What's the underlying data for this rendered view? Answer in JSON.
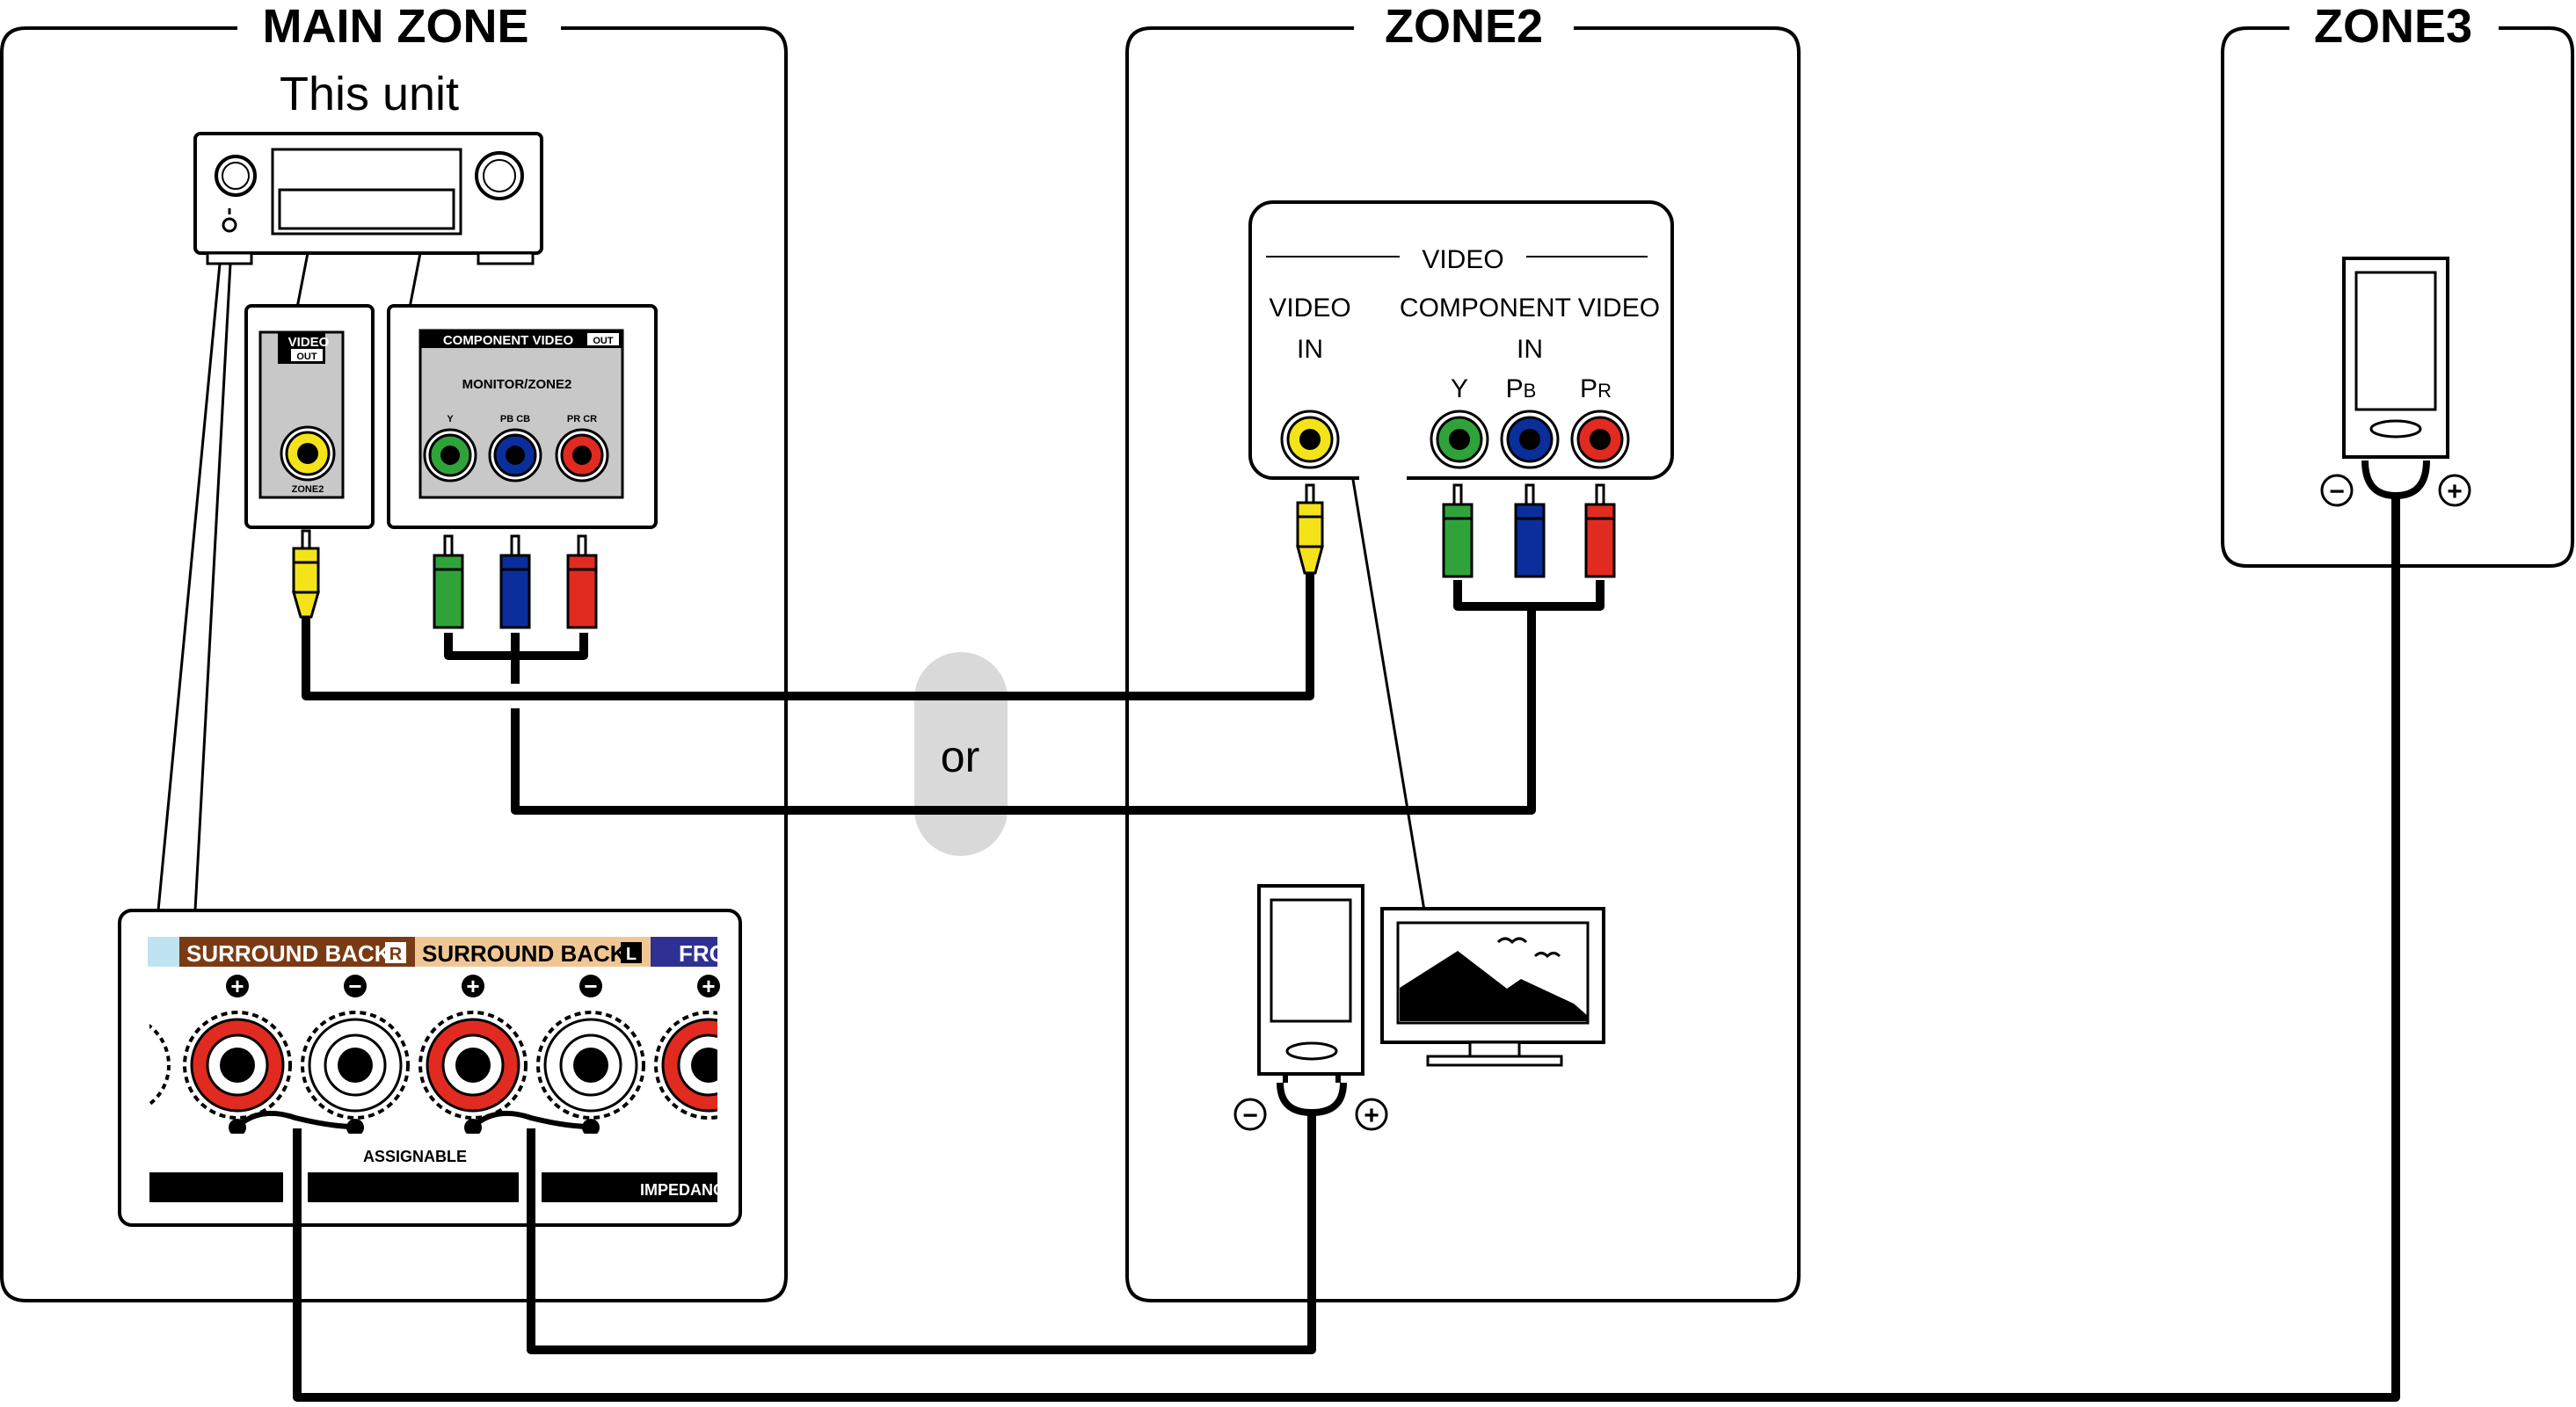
{
  "zones": {
    "main_zone": "MAIN ZONE",
    "zone2": "ZONE2",
    "zone3": "ZONE3"
  },
  "unit_label": "This unit",
  "or_label": "or",
  "unit_rear": {
    "video_out": {
      "title": "VIDEO",
      "badge": "OUT",
      "jack_label": "ZONE2"
    },
    "component_out": {
      "title": "COMPONENT VIDEO",
      "badge": "OUT",
      "subtitle": "MONITOR/ZONE2",
      "jacks": [
        {
          "label": "Y",
          "color": "#2fa33a"
        },
        {
          "label": "PB CB",
          "color": "#0a2e9c"
        },
        {
          "label": "PR CR",
          "color": "#e12a20"
        }
      ]
    },
    "composite_jack_color": "#f5e31a"
  },
  "speaker_terminals": {
    "headers": [
      {
        "label": "SURROUND BACK",
        "badge": "R",
        "color": "#7a3b14"
      },
      {
        "label": "SURROUND BACK",
        "badge": "L",
        "color": "#f0c794"
      },
      {
        "label": "FRO",
        "color": "#2e3192"
      }
    ],
    "polarity": [
      "+",
      "−",
      "+",
      "−",
      "+"
    ],
    "assignable_label": "ASSIGNABLE",
    "impedance_label": "IMPEDANC"
  },
  "zone2_tv_panel": {
    "group_title": "VIDEO",
    "video_in_line1": "VIDEO",
    "video_in_line2": "IN",
    "component_line1": "COMPONENT VIDEO",
    "component_line2": "IN",
    "y_label": "Y",
    "pb_main": "P",
    "pb_sub": "B",
    "pr_main": "P",
    "pr_sub": "R"
  },
  "speaker_polarity": {
    "minus": "−",
    "plus": "+"
  },
  "colors": {
    "yellow": "#f5e31a",
    "green": "#2fa33a",
    "blue": "#0a2e9c",
    "red": "#e12a20",
    "panel_grey": "#c8c8c8",
    "or_bubble": "#d9d9d9"
  }
}
